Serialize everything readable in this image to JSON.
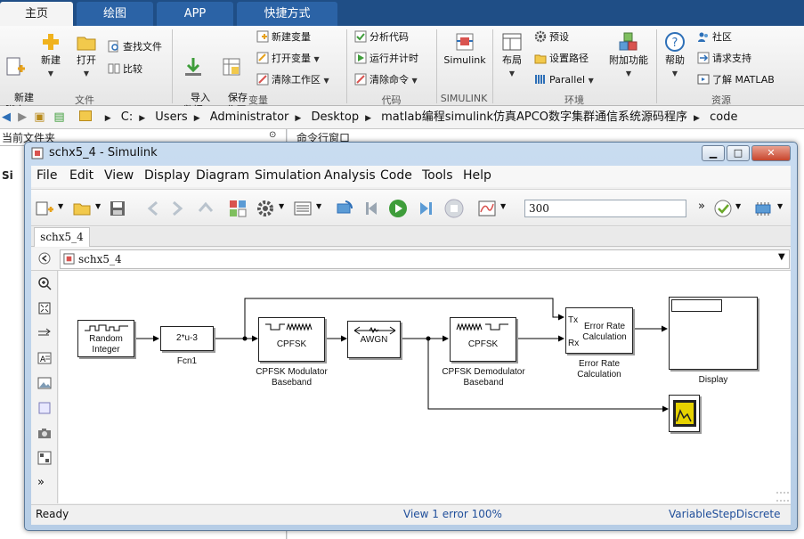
{
  "matlab": {
    "tabs": [
      "主页",
      "绘图",
      "APP",
      "快捷方式"
    ],
    "ribbon": {
      "file": {
        "new_script": "新建\n脚本",
        "new": "新建",
        "open": "打开",
        "find_files": "查找文件",
        "compare": "比较",
        "group": "文件"
      },
      "variable": {
        "import": "导入\n数据",
        "save_ws": "保存\n工作区",
        "new_var": "新建变量",
        "open_var": "打开变量",
        "clear_ws": "清除工作区",
        "group": "变量"
      },
      "code": {
        "analyze": "分析代码",
        "run_time": "运行并计时",
        "clear_cmd": "清除命令",
        "group": "代码"
      },
      "simulink": {
        "label": "Simulink",
        "group": "SIMULINK"
      },
      "env": {
        "layout": "布局",
        "prefs": "预设",
        "set_path": "设置路径",
        "parallel": "Parallel",
        "addons": "附加功能",
        "group": "环境"
      },
      "resources": {
        "help": "帮助",
        "community": "社区",
        "support": "请求支持",
        "learn": "了解 MATLAB",
        "group": "资源"
      }
    },
    "address": [
      "C:",
      "Users",
      "Administrator",
      "Desktop",
      "matlab编程simulink仿真APCO数字集群通信系统源码程序",
      "code"
    ],
    "current_folder_title": "当前文件夹",
    "command_window_title": "命令行窗口",
    "left_partial": "Si"
  },
  "simulink": {
    "title": "schx5_4 - Simulink",
    "menus": [
      "File",
      "Edit",
      "View",
      "Display",
      "Diagram",
      "Simulation",
      "Analysis",
      "Code",
      "Tools",
      "Help"
    ],
    "stop_time": "300",
    "tab": "schx5_4",
    "path": "schx5_4",
    "status": {
      "left": "Ready",
      "center": "View 1 error  100%",
      "right": "VariableStepDiscrete"
    },
    "blocks": {
      "random_integer": "Random\nInteger",
      "fcn_expr": "2*u-3",
      "fcn_name": "Fcn1",
      "mod_inner": "CPFSK",
      "mod_name": "CPFSK Modulator\nBaseband",
      "awgn": "AWGN",
      "demod_inner": "CPFSK",
      "demod_name": "CPFSK Demodulator\nBaseband",
      "err_inner": "Error Rate\nCalculation",
      "err_tx": "Tx",
      "err_rx": "Rx",
      "err_name": "Error Rate\nCalculation",
      "display_name": "Display"
    }
  }
}
